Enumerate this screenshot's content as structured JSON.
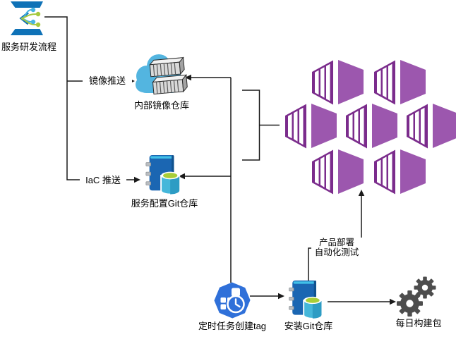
{
  "nodes": {
    "dev_process": {
      "label": "服务研发流程"
    },
    "image_registry": {
      "label": "内部镜像仓库"
    },
    "config_git_repo": {
      "label": "服务配置Git仓库"
    },
    "scheduled_task": {
      "label": "定时任务创建tag"
    },
    "install_git_repo": {
      "label": "安装Git仓库"
    },
    "daily_build": {
      "label": "每日构建包"
    },
    "service_cluster": {
      "hexagon_count": "7"
    }
  },
  "edges": {
    "image_push": {
      "label": "镜像推送"
    },
    "iac_push": {
      "label": "IaC 推送"
    },
    "deploy_test": {
      "label_line1": "产品部署",
      "label_line2": "自动化测试"
    }
  },
  "colors": {
    "connector": "#1a1a1a",
    "hexagon_dark": "#7b2c8c",
    "hexagon_light": "#9c57ae",
    "octagon_blue": "#2f70d9",
    "book_blue": "#1b66b2",
    "book_edge_dark": "#10528f",
    "book_top_cyan": "#41c0e8",
    "cylinder_teal": "#45b7da",
    "cylinder_shade": "#2d9cc4",
    "cylinder_top_green": "#a8ce38",
    "cloud_blue": "#53b5e0",
    "container_gray": "#d9d9d9",
    "gear_gray": "#4d4d4d",
    "devops_blue": "#0f72b7",
    "dot_light_blue": "#47b4e1",
    "dot_green": "#a6c93f"
  }
}
